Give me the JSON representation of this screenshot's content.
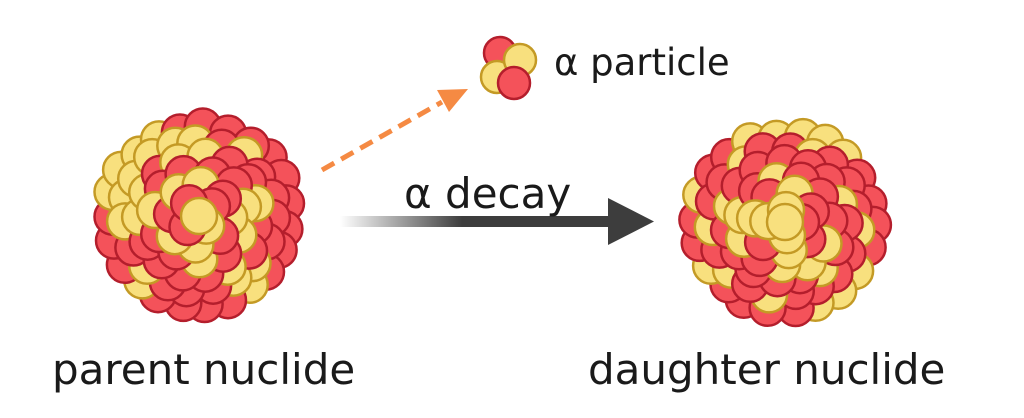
{
  "labels": {
    "parent": "parent nuclide",
    "daughter": "daughter nuclide",
    "alpha_particle": "α particle",
    "decay": "α decay"
  },
  "colors": {
    "proton_fill": "#f4525a",
    "proton_stroke": "#b41e2c",
    "neutron_fill": "#f8e07e",
    "neutron_stroke": "#c49a25",
    "decay_arrow": "#3d3d3d",
    "emission_arrow": "#f58a43"
  }
}
